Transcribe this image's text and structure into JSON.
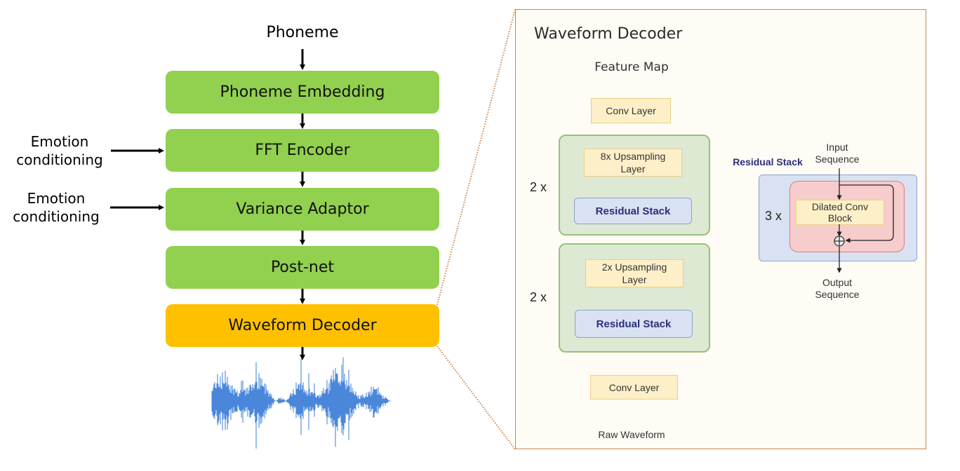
{
  "pipeline": {
    "input_label": "Phoneme",
    "blocks": [
      {
        "label": "Phoneme Embedding",
        "color": "#92d050"
      },
      {
        "label": "FFT Encoder",
        "color": "#92d050"
      },
      {
        "label": "Variance Adaptor",
        "color": "#92d050"
      },
      {
        "label": "Post-net",
        "color": "#92d050"
      },
      {
        "label": "Waveform Decoder",
        "color": "#ffc000"
      }
    ],
    "side_inputs": [
      {
        "line1": "Emotion",
        "line2": "conditioning",
        "target": "FFT Encoder"
      },
      {
        "line1": "Emotion",
        "line2": "conditioning",
        "target": "Variance Adaptor"
      }
    ],
    "output_icon": "audio-waveform-icon",
    "waveform_color": "#2e75d6"
  },
  "decoder_panel": {
    "title": "Waveform Decoder",
    "input_label": "Feature Map",
    "conv_in": "Conv Layer",
    "stage1": {
      "repeat": "2 x",
      "upsample_line1": "8x Upsampling",
      "upsample_line2": "Layer",
      "residual": "Residual Stack"
    },
    "stage2": {
      "repeat": "2 x",
      "upsample_line1": "2x Upsampling",
      "upsample_line2": "Layer",
      "residual": "Residual Stack"
    },
    "conv_out": "Conv Layer",
    "output_label": "Raw Waveform"
  },
  "residual_detail": {
    "title": "Residual Stack",
    "input_line1": "Input",
    "input_line2": "Sequence",
    "repeat": "3 x",
    "block_line1": "Dilated Conv",
    "block_line2": "Block",
    "sum_icon": "circle-plus-icon",
    "output_line1": "Output",
    "output_line2": "Sequence"
  }
}
